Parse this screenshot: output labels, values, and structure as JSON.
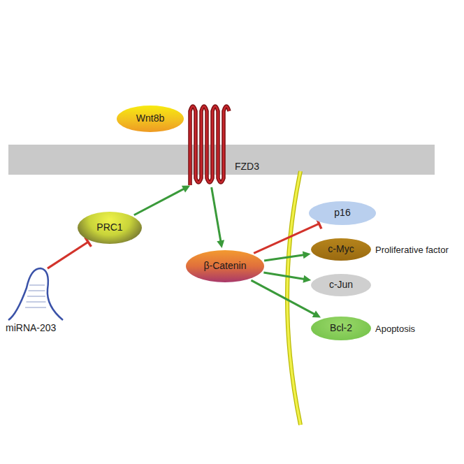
{
  "diagram": {
    "nodes": [
      {
        "text": [
          "Wnt8b"
        ]
      },
      {
        "text": [
          "FZD3"
        ]
      },
      {
        "text": [
          "PRC1"
        ]
      },
      {
        "text": [
          "miRNA-203"
        ]
      },
      {
        "text": [
          "β-Catenin"
        ]
      },
      {
        "text": [
          "p16"
        ]
      },
      {
        "text": [
          "c-Myc"
        ]
      },
      {
        "text": [
          "c-Jun"
        ]
      },
      {
        "text": [
          "Bcl-2"
        ]
      }
    ],
    "edges": [
      {
        "from": 3,
        "to": 2,
        "arrow": "to"
      },
      {
        "from": 2,
        "to": 1,
        "arrow": "to"
      },
      {
        "from": 1,
        "to": 4,
        "arrow": "to"
      },
      {
        "from": 4,
        "to": 5,
        "arrow": "to"
      },
      {
        "from": 4,
        "to": 6,
        "arrow": "to"
      },
      {
        "from": 4,
        "to": 7,
        "arrow": "to"
      },
      {
        "from": 4,
        "to": 8,
        "arrow": "to"
      }
    ],
    "labels": [
      "Proliferative factor",
      "Apoptosis"
    ]
  }
}
